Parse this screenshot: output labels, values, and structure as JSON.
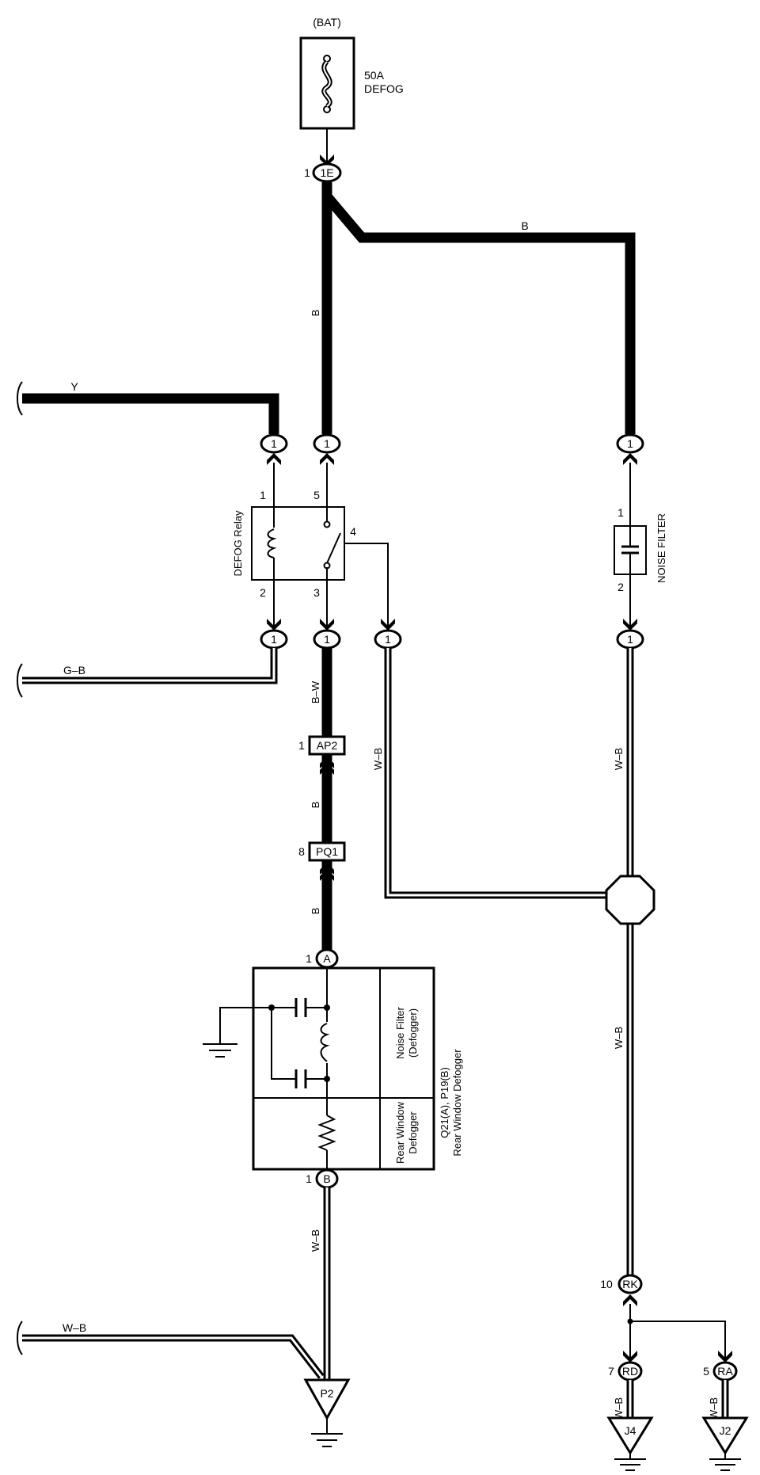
{
  "battery": {
    "source_label": "(BAT)",
    "fuse_rating": "50A",
    "fuse_name": "DEFOG"
  },
  "connectors": {
    "c1e": {
      "pin": "1",
      "code": "1E"
    },
    "ap2": {
      "pin": "1",
      "code": "AP2"
    },
    "pq1": {
      "pin": "8",
      "code": "PQ1"
    },
    "a": {
      "pin": "1",
      "code": "A"
    },
    "b": {
      "pin": "1",
      "code": "B"
    },
    "rk": {
      "pin": "10",
      "code": "RK"
    },
    "rd": {
      "pin": "7",
      "code": "RD"
    },
    "ra": {
      "pin": "5",
      "code": "RA"
    },
    "one": "1"
  },
  "relay": {
    "name": "DEFOG Relay",
    "pin_1": "1",
    "pin_2": "2",
    "pin_3": "3",
    "pin_4": "4",
    "pin_5": "5"
  },
  "noise_filter_main": {
    "name": "NOISE FILTER",
    "pin_1": "1",
    "pin_2": "2"
  },
  "wires": {
    "b_top": "B",
    "b_vert": "B",
    "y": "Y",
    "g_b": "G–B",
    "b_w": "B–W",
    "w_b_relay": "W–B",
    "w_b_filter": "W–B",
    "b_ap2": "B",
    "b_pq1": "B",
    "w_b_lower": "W–B",
    "w_b_defogger": "W–B",
    "w_b_left": "W–B",
    "w_b_rd": "W–B",
    "w_b_ra": "W–B"
  },
  "defogger": {
    "noise_filter_label": [
      "Noise Filter",
      "(Defogger)"
    ],
    "defogger_label": [
      "Rear Window",
      "Defogger"
    ],
    "ref_code": "Q21(A), P19(B)",
    "ref_name": "Rear Window Defogger"
  },
  "grounds": {
    "p2": "P2",
    "j4": "J4",
    "j2": "J2"
  }
}
